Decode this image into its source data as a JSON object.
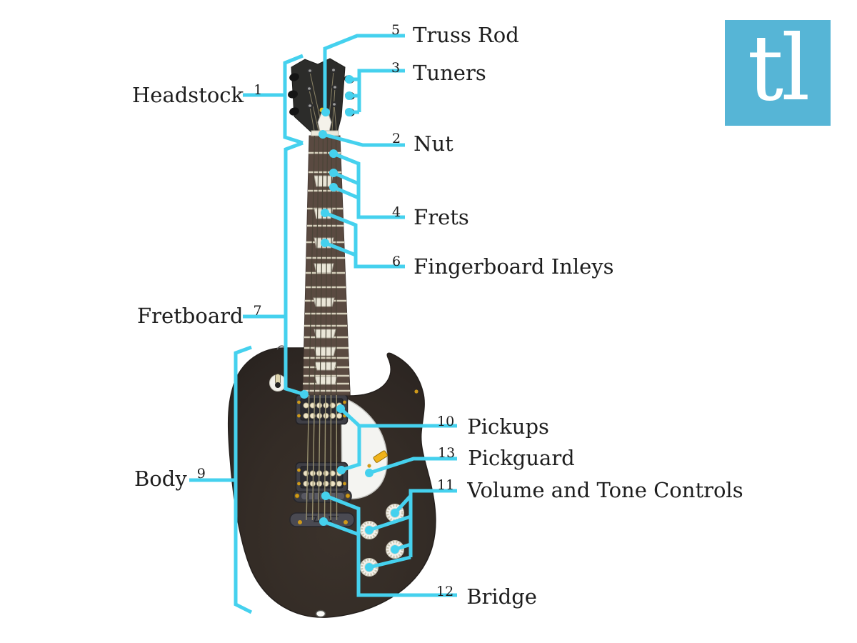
{
  "colors": {
    "accent": "#45d1ee",
    "label_text": "#1d1d1d",
    "logo_bg": "#56b5d6",
    "logo_text_color": "#ffffff",
    "guitar_body": "#2e2723",
    "fretboard_wood": "#5a4a41",
    "pickguard": "#f4f4f1"
  },
  "logo": {
    "text": "tl"
  },
  "diagram": {
    "labels": [
      {
        "num": "1",
        "text": "Headstock"
      },
      {
        "num": "2",
        "text": "Nut"
      },
      {
        "num": "3",
        "text": "Tuners"
      },
      {
        "num": "4",
        "text": "Frets"
      },
      {
        "num": "5",
        "text": "Truss Rod"
      },
      {
        "num": "6",
        "text": "Fingerboard Inleys"
      },
      {
        "num": "7",
        "text": "Fretboard"
      },
      {
        "num": "9",
        "text": "Body"
      },
      {
        "num": "10",
        "text": "Pickups"
      },
      {
        "num": "11",
        "text": "Volume and Tone Controls"
      },
      {
        "num": "12",
        "text": "Bridge"
      },
      {
        "num": "13",
        "text": "Pickguard"
      }
    ]
  }
}
